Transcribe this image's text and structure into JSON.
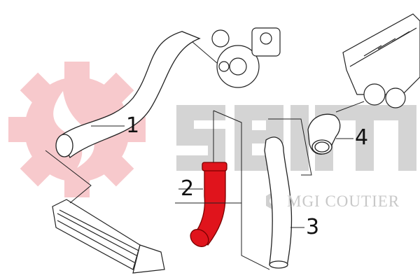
{
  "watermark": {
    "brand_logo": "seim",
    "brand_tagline": "MGI COUTIER",
    "gear_color": "#f7c9cc",
    "logo_color": "#d0d0d0"
  },
  "highlight_color": "#e0141c",
  "callouts": [
    {
      "label": "1",
      "part": "intake-hose"
    },
    {
      "label": "2",
      "part": "intercooler-hose"
    },
    {
      "label": "3",
      "part": "charge-air-hose"
    },
    {
      "label": "4",
      "part": "elbow-hose"
    }
  ]
}
